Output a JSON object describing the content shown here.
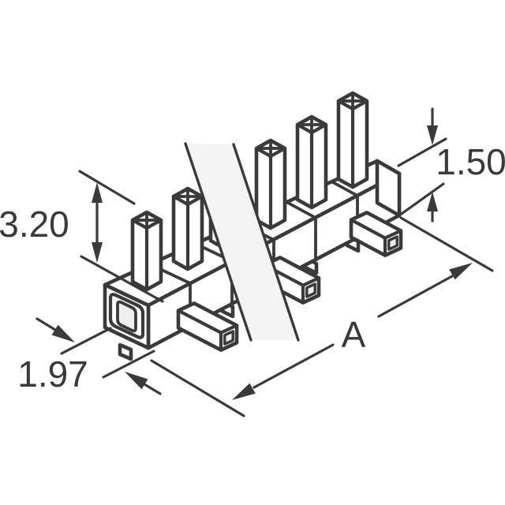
{
  "figure": {
    "kind": "isometric-technical-drawing",
    "component": "smd-pin-header-strip"
  },
  "dimensions": {
    "pin_height": "3.20",
    "tail_height": "1.50",
    "lead_width": "1.97",
    "overall_length": "A"
  },
  "colors": {
    "line": "#3a3a3c",
    "background": "#ffffff",
    "break_band": "#f3f3f3"
  }
}
